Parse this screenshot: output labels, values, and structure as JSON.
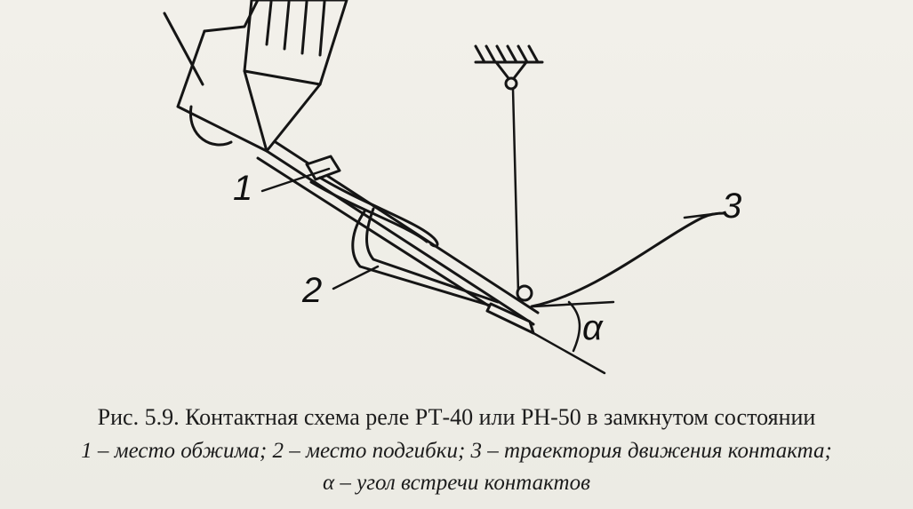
{
  "figure": {
    "labels": {
      "l1": "1",
      "l2": "2",
      "l3": "3",
      "alpha": "α"
    }
  },
  "caption": {
    "title": "Рис. 5.9. Контактная схема реле РТ-40 или РН-50 в замкнутом состоянии",
    "legend_line1": "1 – место обжима; 2 – место подгибки; 3 – траектория движения контакта;",
    "legend_line2": "α – угол встречи контактов"
  }
}
